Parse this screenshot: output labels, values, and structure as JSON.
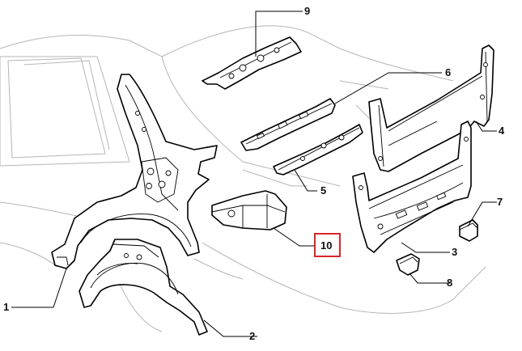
{
  "diagram": {
    "callouts": {
      "c1": "1",
      "c2": "2",
      "c3": "3",
      "c4": "4",
      "c5": "5",
      "c6": "6",
      "c7": "7",
      "c8": "8",
      "c9": "9",
      "c10": "10"
    },
    "highlighted_callout": "10",
    "colors": {
      "line": "#000000",
      "ghost_outline": "#b5b5b5",
      "highlight_box": "#d9262c",
      "background": "#ffffff"
    }
  }
}
